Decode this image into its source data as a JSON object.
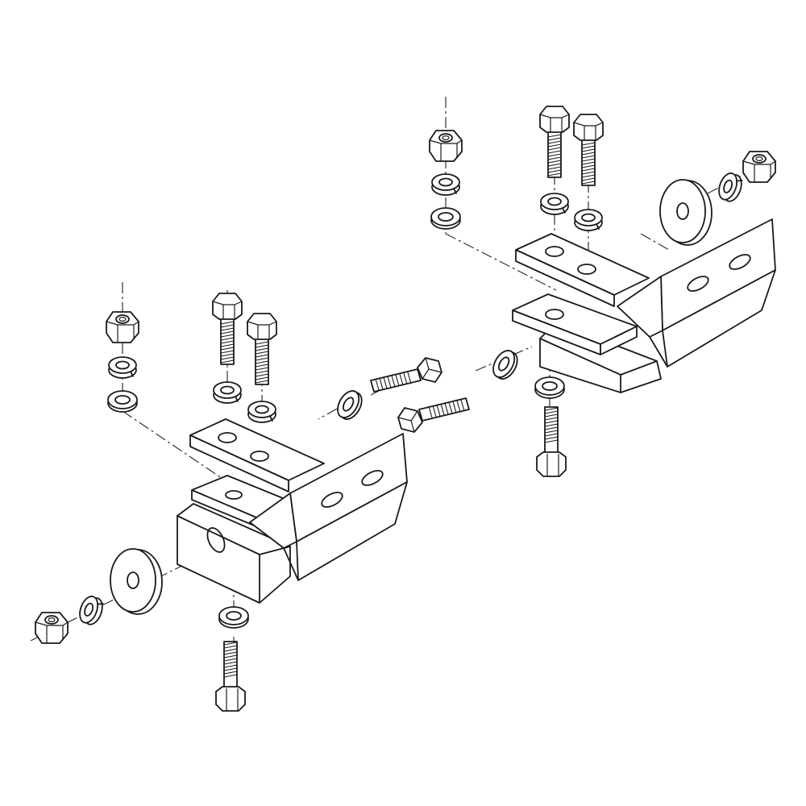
{
  "figure": {
    "description_kind": "exploded-assembly-line-drawing",
    "background_color": "#ffffff",
    "line_color": "#1a1a1a",
    "assemblies": [
      "left-bracket-assembly",
      "right-bracket-assembly"
    ],
    "parts_per_assembly": {
      "bracket_angle": 1,
      "bracket_base": 1,
      "hex_bolt_vertical": 2,
      "hex_bolt_bottom": 1,
      "hex_bolt_side": 1,
      "hex_nut": 2,
      "lock_washer": 4,
      "flat_washer": 3,
      "large_bushing_washer": 1
    }
  }
}
